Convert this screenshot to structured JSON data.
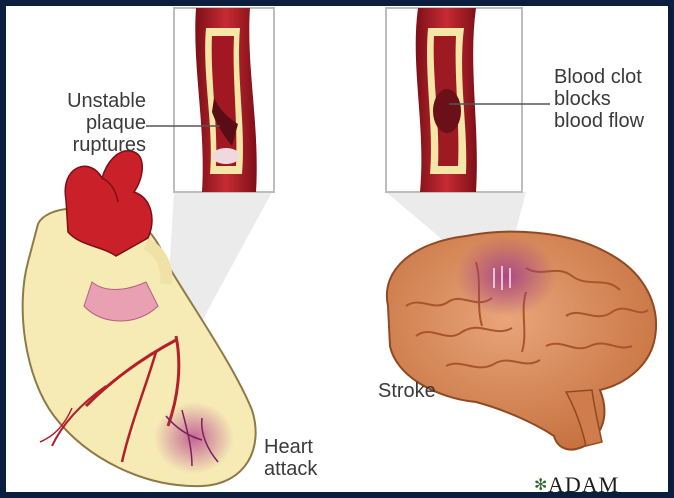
{
  "labels": {
    "plaque": "Unstable\nplaque\nruptures",
    "clot": "Blood clot\nblocks\nblood flow",
    "stroke": "Stroke",
    "heart_attack": "Heart\nattack"
  },
  "logo": "ADAM",
  "colors": {
    "background_frame": "#0b1e3f",
    "artery_red": "#b3202a",
    "heart_tissue": "#f6ebb5",
    "brain": "#d9895a",
    "infarct": "#9a2f7a"
  }
}
